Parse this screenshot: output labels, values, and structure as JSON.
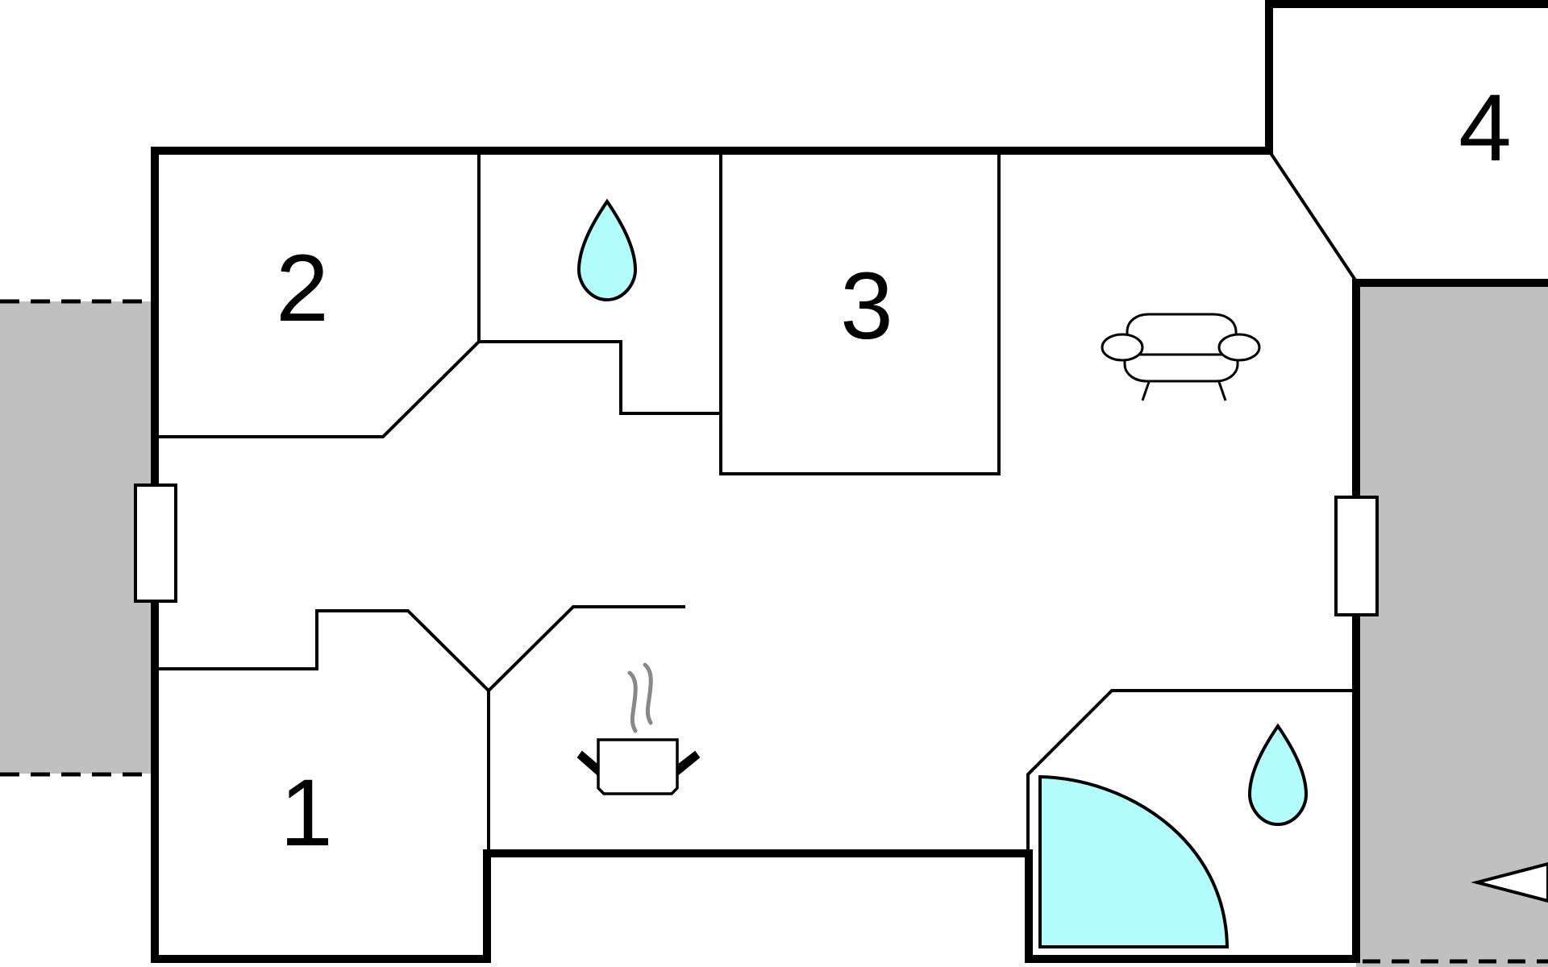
{
  "floorplan": {
    "rooms": [
      {
        "id": "1",
        "label": "1"
      },
      {
        "id": "2",
        "label": "2"
      },
      {
        "id": "3",
        "label": "3"
      },
      {
        "id": "4",
        "label": "4"
      }
    ],
    "icons": [
      {
        "name": "water-drop-icon",
        "meaning": "bathroom"
      },
      {
        "name": "water-drop-icon",
        "meaning": "bathroom"
      },
      {
        "name": "sofa-icon",
        "meaning": "living room"
      },
      {
        "name": "cooking-pot-icon",
        "meaning": "kitchen"
      },
      {
        "name": "shower-icon",
        "meaning": "shower"
      }
    ],
    "colors": {
      "wall": "#000000",
      "outdoor_area": "#c0c0c0",
      "water": "#b3fdfd",
      "steam": "#888888",
      "background": "#ffffff"
    }
  }
}
